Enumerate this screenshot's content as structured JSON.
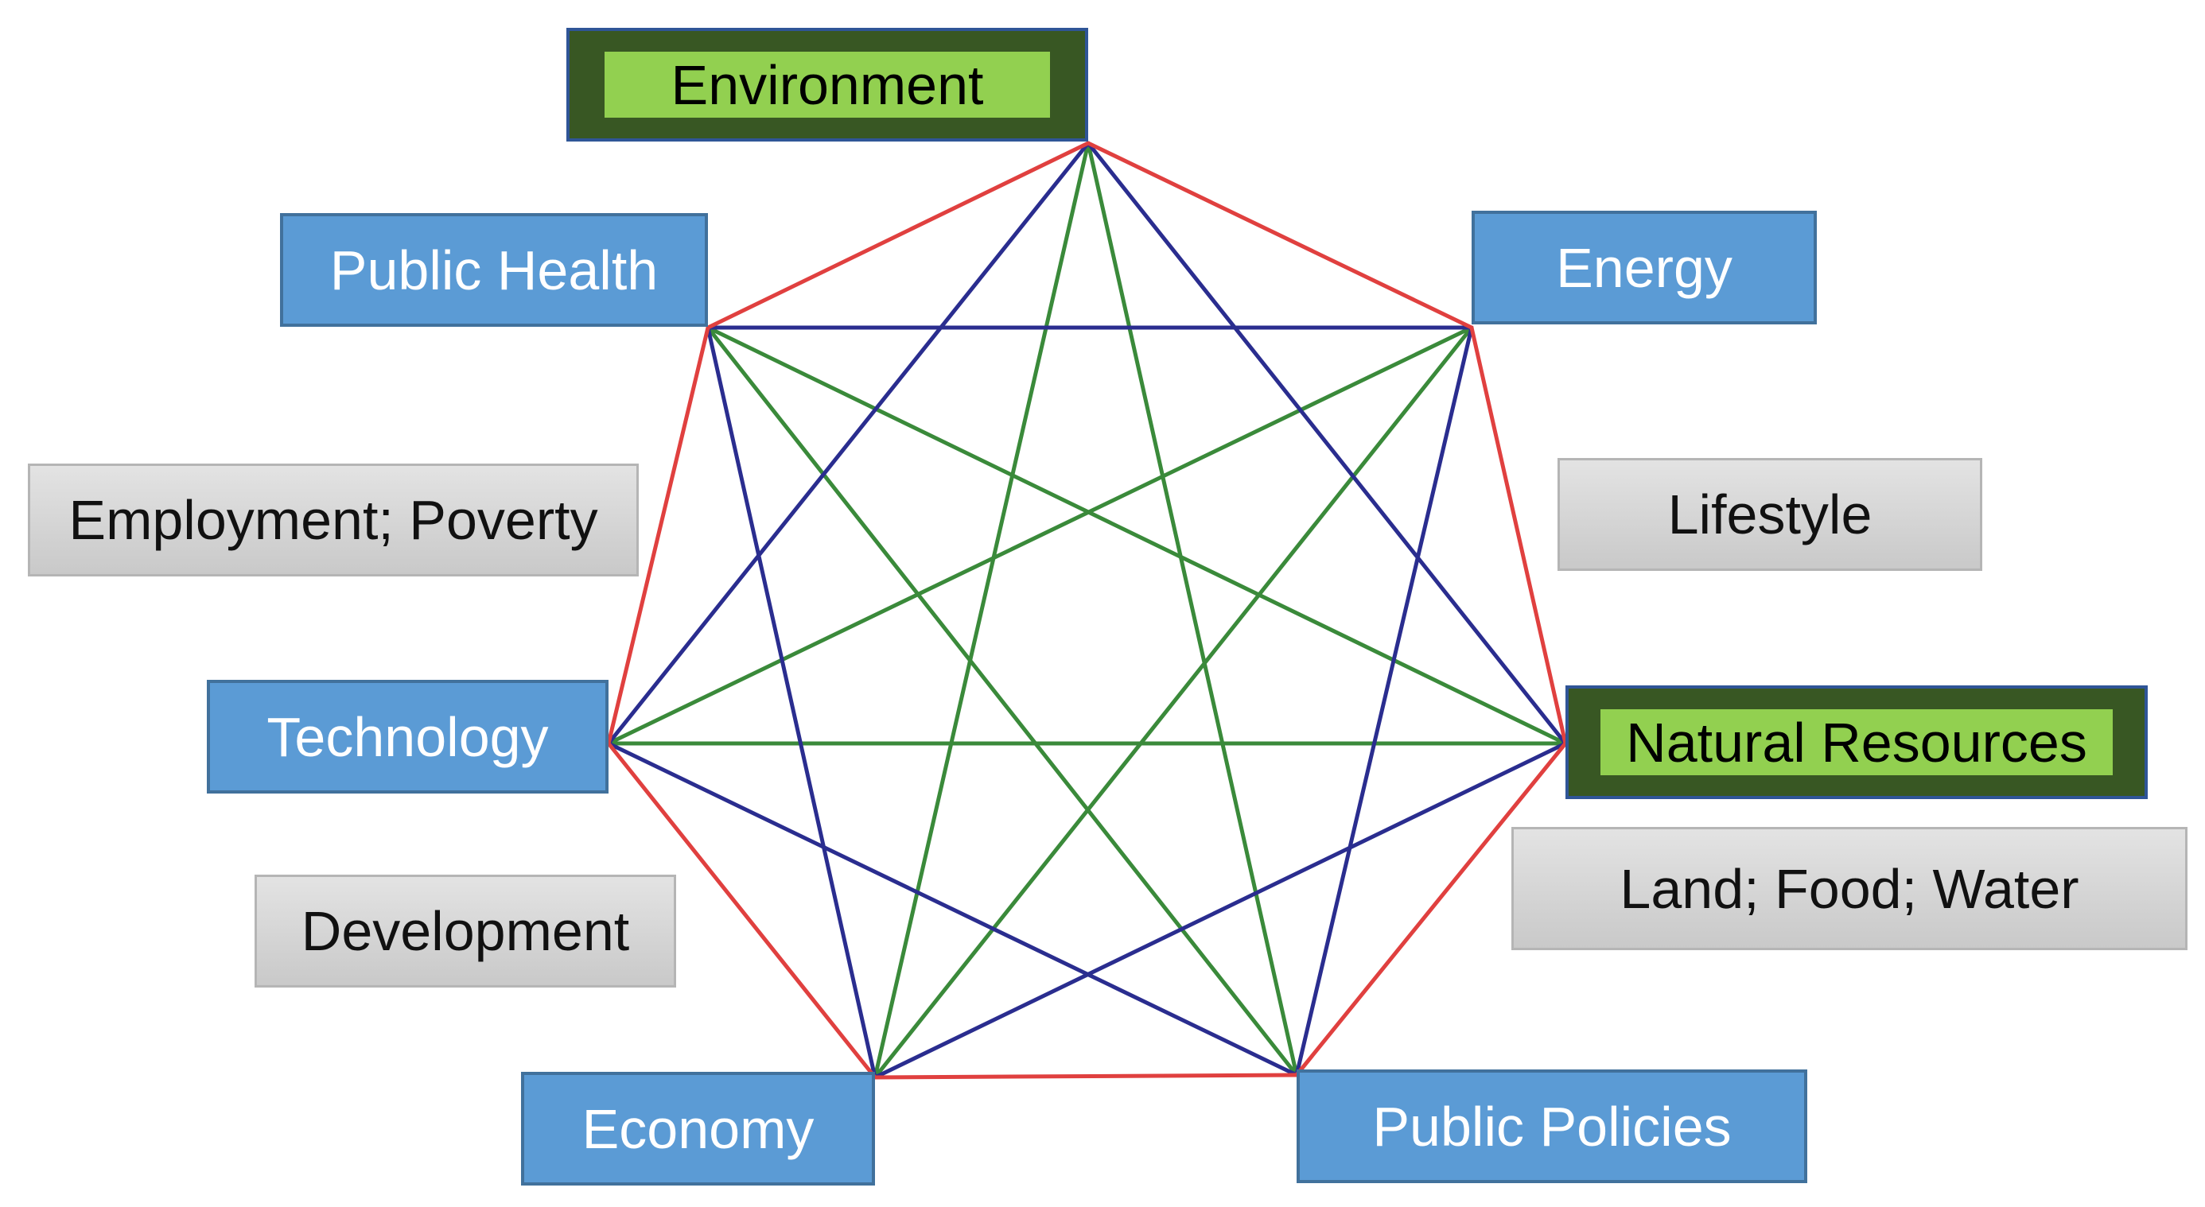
{
  "nodes": [
    {
      "id": "environment",
      "label": "Environment",
      "style": "green"
    },
    {
      "id": "energy",
      "label": "Energy",
      "style": "blue"
    },
    {
      "id": "natural_resources",
      "label": "Natural Resources",
      "style": "green"
    },
    {
      "id": "public_policies",
      "label": "Public Policies",
      "style": "blue"
    },
    {
      "id": "economy",
      "label": "Economy",
      "style": "blue"
    },
    {
      "id": "technology",
      "label": "Technology",
      "style": "blue"
    },
    {
      "id": "public_health",
      "label": "Public Health",
      "style": "blue"
    }
  ],
  "sub_topics": [
    {
      "id": "employment_poverty",
      "label": "Employment; Poverty"
    },
    {
      "id": "lifestyle",
      "label": "Lifestyle"
    },
    {
      "id": "land_food_water",
      "label": "Land; Food; Water"
    },
    {
      "id": "development",
      "label": "Development"
    }
  ],
  "edge_colors": {
    "adjacent": "#e0403f",
    "skip_one": "#2a2d8f",
    "skip_two": "#3a8a3a"
  }
}
